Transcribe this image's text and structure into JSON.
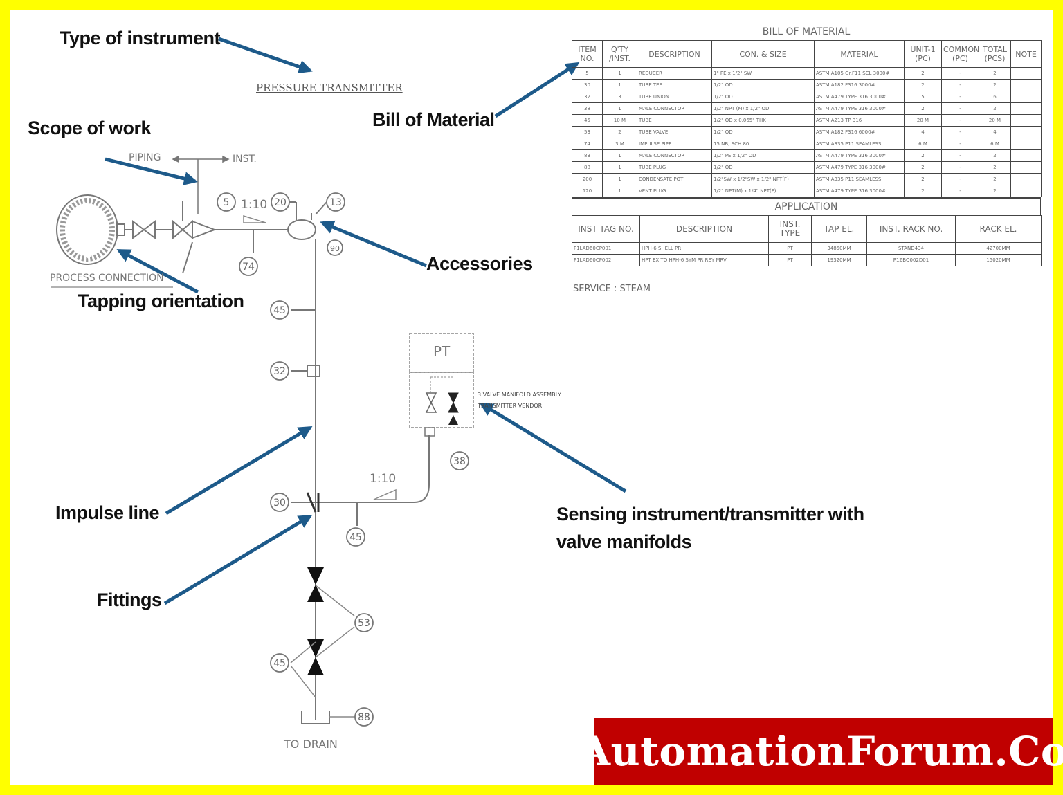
{
  "callouts": {
    "type_of_instrument": "Type of instrument",
    "scope_of_work": "Scope of work",
    "bill_of_material": "Bill of Material",
    "accessories": "Accessories",
    "tapping_orientation": "Tapping orientation",
    "impulse_line": "Impulse line",
    "fittings": "Fittings",
    "sensing_line1": "Sensing instrument/transmitter with",
    "sensing_line2": "valve manifolds"
  },
  "drawing": {
    "title": "PRESSURE TRANSMITTER",
    "piping": "PIPING",
    "inst": "INST.",
    "slope": "1:10",
    "process_connection": "PROCESS CONNECTION",
    "transmitter": "PT",
    "manifold_line1": "3 VALVE MANIFOLD ASSEMBLY",
    "manifold_line2": "TRANSMITTER VENDOR",
    "to_drain": "TO DRAIN",
    "bubbles": {
      "b5": "5",
      "b20": "20",
      "b13": "13",
      "b90": "90",
      "b74": "74",
      "b45a": "45",
      "b32": "32",
      "b38": "38",
      "b30": "30",
      "b45b": "45",
      "b53": "53",
      "b45c": "45",
      "b88": "88"
    }
  },
  "bom": {
    "title": "BILL OF MATERIAL",
    "headers": [
      "ITEM NO.",
      "Q'TY /INST.",
      "DESCRIPTION",
      "CON. & SIZE",
      "MATERIAL",
      "UNIT-1 (PC)",
      "COMMON (PC)",
      "TOTAL (PCS)",
      "NOTE"
    ],
    "rows": [
      [
        "5",
        "1",
        "REDUCER",
        "1\" PE x 1/2\" SW",
        "ASTM A105 Gr.F11 SCL 3000#",
        "2",
        "-",
        "2",
        ""
      ],
      [
        "30",
        "1",
        "TUBE TEE",
        "1/2\" OD",
        "ASTM A182 F316 3000#",
        "2",
        "-",
        "2",
        ""
      ],
      [
        "32",
        "3",
        "TUBE UNION",
        "1/2\" OD",
        "ASTM A479 TYPE 316 3000#",
        "5",
        "-",
        "6",
        ""
      ],
      [
        "38",
        "1",
        "MALE CONNECTOR",
        "1/2\" NPT (M) x 1/2\" OD",
        "ASTM A479 TYPE 316 3000#",
        "2",
        "-",
        "2",
        ""
      ],
      [
        "45",
        "10 M",
        "TUBE",
        "1/2\" OD x 0.065\" THK",
        "ASTM A213 TP 316",
        "20 M",
        "-",
        "20 M",
        ""
      ],
      [
        "53",
        "2",
        "TUBE VALVE",
        "1/2\" OD",
        "ASTM A182 F316 6000#",
        "4",
        "-",
        "4",
        ""
      ],
      [
        "74",
        "3 M",
        "IMPULSE PIPE",
        "15 NB, SCH 80",
        "ASTM A335 P11 SEAMLESS",
        "6 M",
        "-",
        "6 M",
        ""
      ],
      [
        "83",
        "1",
        "MALE CONNECTOR",
        "1/2\" PE x 1/2\" OD",
        "ASTM A479 TYPE 316 3000#",
        "2",
        "-",
        "2",
        ""
      ],
      [
        "88",
        "1",
        "TUBE PLUG",
        "1/2\" OD",
        "ASTM A479 TYPE 316 3000#",
        "2",
        "-",
        "2",
        ""
      ],
      [
        "200",
        "1",
        "CONDENSATE POT",
        "1/2\"SW x 1/2\"SW x 1/2\" NPT(F)",
        "ASTM A335 P11 SEAMLESS",
        "2",
        "-",
        "2",
        ""
      ],
      [
        "120",
        "1",
        "VENT PLUG",
        "1/2\" NPT(M) x 1/4\" NPT(F)",
        "ASTM A479 TYPE 316 3000#",
        "2",
        "-",
        "2",
        ""
      ]
    ]
  },
  "application": {
    "title": "APPLICATION",
    "headers": [
      "INST TAG NO.",
      "DESCRIPTION",
      "INST. TYPE",
      "TAP EL.",
      "INST. RACK NO.",
      "RACK EL."
    ],
    "rows": [
      [
        "P1LAD60CP001",
        "HPH-6 SHELL PR",
        "PT",
        "34850MM",
        "STAND434",
        "42700MM"
      ],
      [
        "P1LAD60CP002",
        "HPT EX TO HPH-6 SYM PR REY MRV",
        "PT",
        "19320MM",
        "P1ZBQ002D01",
        "15020MM"
      ]
    ],
    "service": "SERVICE :  STEAM"
  },
  "banner": {
    "text": "AutomationForum.Co",
    "bg": "#c00000",
    "fg": "#ffffff"
  },
  "colors": {
    "frame": "#ffff00",
    "arrow": "#1d5a8a",
    "cad_line": "#777777"
  }
}
